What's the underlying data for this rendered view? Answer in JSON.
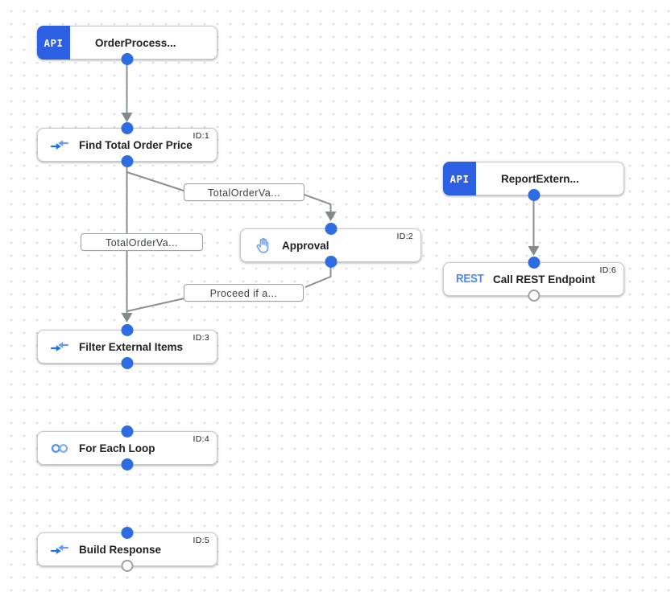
{
  "canvas": {
    "description": "Integration workflow designer canvas",
    "colors": {
      "badge_blue": "#2d5fe2",
      "port_blue": "#2e6ce2",
      "icon_blue_dark": "#1a73e8",
      "icon_blue_light": "#669df6",
      "rest_blue": "#4d8af2",
      "edge_gray": "#8a9095",
      "grid_dot": "#d4d6d9"
    }
  },
  "triggers": [
    {
      "badge": "API",
      "title": "OrderProcess..."
    },
    {
      "badge": "API",
      "title": "ReportExtern..."
    }
  ],
  "tasks": [
    {
      "title": "Find Total Order Price",
      "id_label": "ID:1",
      "icon": "data-mapping-icon"
    },
    {
      "title": "Approval",
      "id_label": "ID:2",
      "icon": "approval-hand-icon"
    },
    {
      "title": "Filter External Items",
      "id_label": "ID:3",
      "icon": "data-mapping-icon"
    },
    {
      "title": "For Each Loop",
      "id_label": "ID:4",
      "icon": "for-each-loop-icon"
    },
    {
      "title": "Build Response",
      "id_label": "ID:5",
      "icon": "data-mapping-icon"
    },
    {
      "title": "Call REST Endpoint",
      "id_label": "ID:6",
      "icon": "rest-icon",
      "icon_text": "REST"
    }
  ],
  "edge_labels": [
    {
      "text": "TotalOrderVa..."
    },
    {
      "text": "TotalOrderVa..."
    },
    {
      "text": "Proceed if a..."
    }
  ]
}
